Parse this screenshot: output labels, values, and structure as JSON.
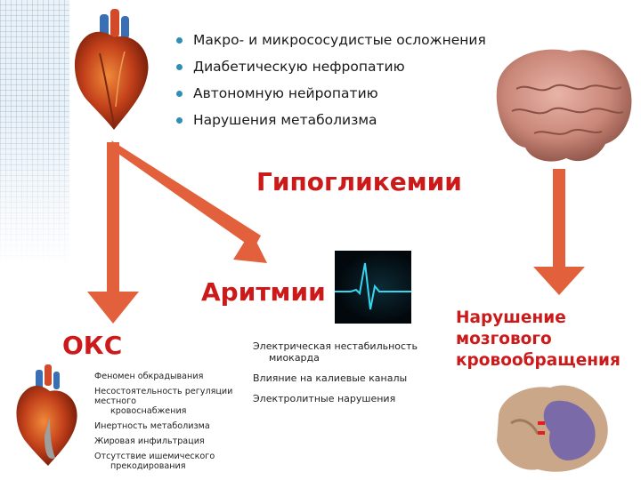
{
  "bullets": [
    "Макро- и микрососудистые осложнения",
    "Диабетическую нефропатию",
    "Автономную нейропатию",
    "Нарушения метаболизма"
  ],
  "hypoglycemia": "Гипогликемии",
  "arrhythmia": "Аритмии",
  "oks": "ОКС",
  "oks_list": [
    {
      "line1": "Феномен обкрадывания",
      "cont": ""
    },
    {
      "line1": "Несостоятельность регуляции местного",
      "cont": "кровоснабжения"
    },
    {
      "line1": "Инертность метаболизма",
      "cont": ""
    },
    {
      "line1": "Жировая инфильтрация",
      "cont": ""
    },
    {
      "line1": "Отсутствие ишемического",
      "cont": "прекодирования"
    }
  ],
  "arrhythmia_list": [
    {
      "line1": "Электрическая нестабильность",
      "cont": "миокарда"
    },
    {
      "line1": "Влияние на калиевые каналы",
      "cont": ""
    },
    {
      "line1": "Электролитные нарушения",
      "cont": ""
    }
  ],
  "brain_text": "Нарушение мозгового кровообращения",
  "colors": {
    "arrow": "#e2603c",
    "red_title": "#cc1a1a",
    "bullet": "#2f8fb6"
  },
  "icons": [
    "heart-icon",
    "brain-icon",
    "ecg-icon",
    "small-heart-icon",
    "brain-section-icon"
  ]
}
